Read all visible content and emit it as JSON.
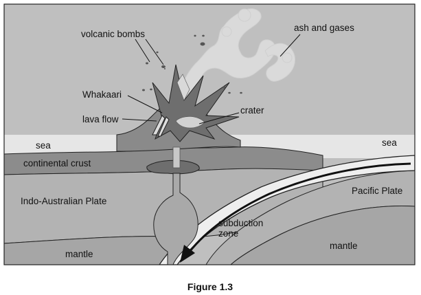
{
  "labels": {
    "volcanic_bombs": "volcanic bombs",
    "ash_and_gases": "ash and gases",
    "whakaari": "Whakaari",
    "lava_flow": "lava flow",
    "crater": "crater",
    "sea_left": "sea",
    "sea_right": "sea",
    "continental_crust": "continental crust",
    "indo_australian_plate": "Indo-Australian Plate",
    "pacific_plate": "Pacific Plate",
    "subduction_zone_line1": "subduction",
    "subduction_zone_line2": "zone",
    "mantle_left": "mantle",
    "mantle_right": "mantle"
  },
  "caption": "Figure 1.3",
  "colors": {
    "sky": "#bfbfbf",
    "sea": "#e6e6e6",
    "crust": "#8c8c8c",
    "plate": "#b3b3b3",
    "mantle": "#a6a6a6",
    "subducting_band": "#eeeeee",
    "volcano": "#8a8a8a",
    "eruption": "#6e6e6e",
    "ash": "#d9d9d9",
    "outline": "#222222"
  }
}
